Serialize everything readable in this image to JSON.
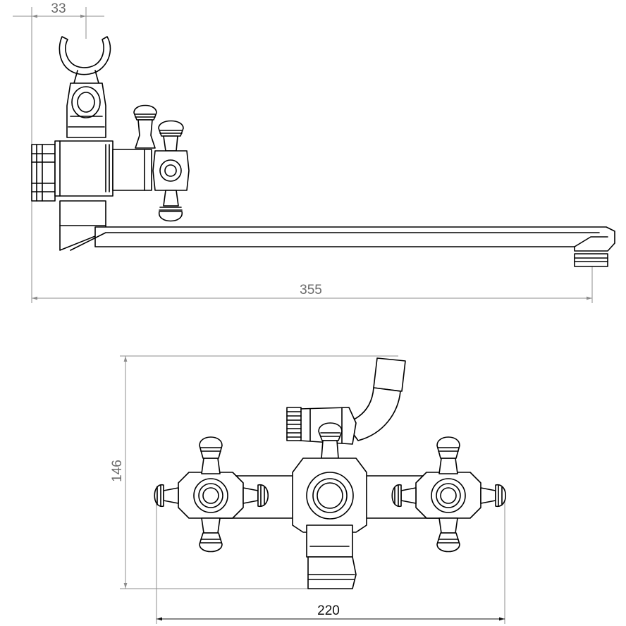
{
  "dimensions": {
    "offset_top": "33",
    "length_total": "355",
    "height_front": "146",
    "width_front": "220"
  }
}
